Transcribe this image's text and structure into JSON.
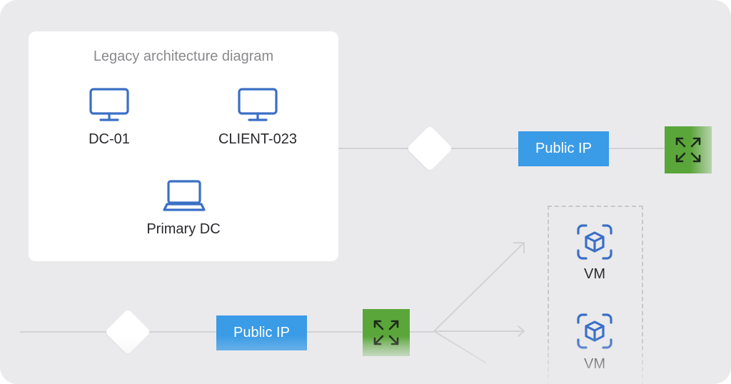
{
  "legacy": {
    "title": "Legacy architecture diagram",
    "nodes": [
      {
        "label": "DC-01",
        "icon": "desktop-monitor-icon"
      },
      {
        "label": "CLIENT-023",
        "icon": "desktop-monitor-icon"
      },
      {
        "label": "Primary DC",
        "icon": "laptop-icon"
      }
    ]
  },
  "network": {
    "top_ip_label": "Public IP",
    "bottom_ip_label": "Public IP",
    "gateway_icon": "diamond-gateway-icon",
    "load_balancer_icon": "expand-arrows-icon"
  },
  "vm_group": {
    "vms": [
      {
        "label": "VM",
        "icon": "cube-vm-icon"
      },
      {
        "label": "VM",
        "icon": "cube-vm-icon"
      }
    ]
  },
  "colors": {
    "accent_blue": "#3a9be6",
    "icon_blue": "#3b6fc6",
    "load_balancer_green": "#5aa63a",
    "background": "#eaeaec"
  }
}
